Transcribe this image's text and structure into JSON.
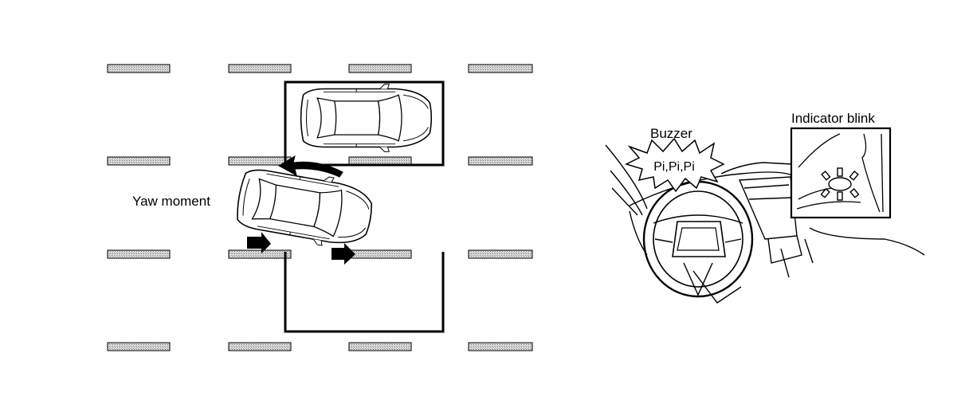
{
  "labels": {
    "yaw_moment": "Yaw moment",
    "buzzer": "Buzzer",
    "buzzer_sound": "Pi,Pi,Pi",
    "indicator_blink": "Indicator blink"
  },
  "colors": {
    "ink": "#000000",
    "lane_mark_fill": "#cfcfcf",
    "background": "#ffffff"
  },
  "icons": {
    "parked_car": "car-top-view-icon",
    "moving_car": "car-top-view-icon",
    "steering_wheel": "steering-wheel-icon",
    "warning_indicator": "blinking-indicator-icon"
  }
}
